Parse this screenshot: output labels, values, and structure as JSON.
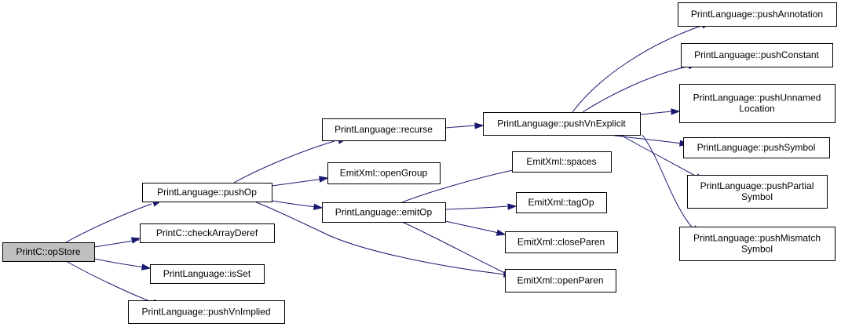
{
  "colors": {
    "edge": "#191970",
    "root_fill": "#bfbfbf",
    "node_fill": "#ffffff",
    "node_border": "#000000"
  },
  "nodes": {
    "opStore": [
      "PrintC::opStore"
    ],
    "pushOp": [
      "PrintLanguage::pushOp"
    ],
    "checkArrayDeref": [
      "PrintC::checkArrayDeref"
    ],
    "isSet": [
      "PrintLanguage::isSet"
    ],
    "pushVnImplied": [
      "PrintLanguage::pushVnImplied"
    ],
    "recurse": [
      "PrintLanguage::recurse"
    ],
    "openGroup": [
      "EmitXml::openGroup"
    ],
    "emitOp": [
      "PrintLanguage::emitOp"
    ],
    "pushVnExplicit": [
      "PrintLanguage::pushVnExplicit"
    ],
    "spaces": [
      "EmitXml::spaces"
    ],
    "tagOp": [
      "EmitXml::tagOp"
    ],
    "closeParen": [
      "EmitXml::closeParen"
    ],
    "openParen": [
      "EmitXml::openParen"
    ],
    "pushAnnotation": [
      "PrintLanguage::pushAnnotation"
    ],
    "pushConstant": [
      "PrintLanguage::pushConstant"
    ],
    "pushUnnamedLocation": [
      "PrintLanguage::pushUnnamed",
      "Location"
    ],
    "pushSymbol": [
      "PrintLanguage::pushSymbol"
    ],
    "pushPartialSymbol": [
      "PrintLanguage::pushPartial",
      "Symbol"
    ],
    "pushMismatchSymbol": [
      "PrintLanguage::pushMismatch",
      "Symbol"
    ]
  },
  "edges": [
    [
      "opStore",
      "pushOp"
    ],
    [
      "opStore",
      "checkArrayDeref"
    ],
    [
      "opStore",
      "isSet"
    ],
    [
      "opStore",
      "pushVnImplied"
    ],
    [
      "pushOp",
      "recurse"
    ],
    [
      "pushOp",
      "openGroup"
    ],
    [
      "pushOp",
      "emitOp"
    ],
    [
      "pushOp",
      "openParen"
    ],
    [
      "recurse",
      "pushVnExplicit"
    ],
    [
      "emitOp",
      "spaces"
    ],
    [
      "emitOp",
      "tagOp"
    ],
    [
      "emitOp",
      "closeParen"
    ],
    [
      "emitOp",
      "openParen"
    ],
    [
      "pushVnExplicit",
      "pushAnnotation"
    ],
    [
      "pushVnExplicit",
      "pushConstant"
    ],
    [
      "pushVnExplicit",
      "pushUnnamedLocation"
    ],
    [
      "pushVnExplicit",
      "pushSymbol"
    ],
    [
      "pushVnExplicit",
      "pushPartialSymbol"
    ],
    [
      "pushVnExplicit",
      "pushMismatchSymbol"
    ]
  ]
}
